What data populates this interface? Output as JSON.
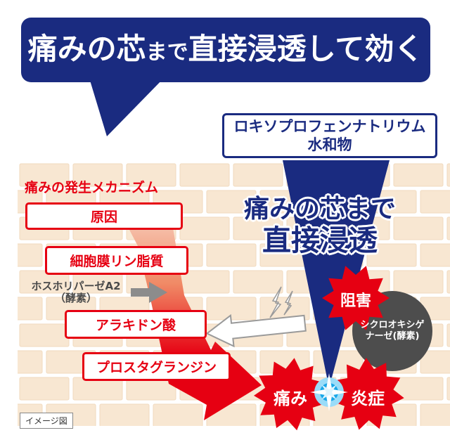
{
  "colors": {
    "navy": "#1a2b80",
    "red": "#e60012",
    "brick": "#f8e7d2",
    "enzyme_gray": "#4d4d4d",
    "sparkle_blue": "#1aa7e8"
  },
  "header": {
    "bubble_title_part1": "痛みの芯",
    "bubble_title_part2": "まで",
    "bubble_title_part3": "直接浸透して効く",
    "drug_name_line1": "ロキソプロフェンナトリウム",
    "drug_name_line2": "水和物"
  },
  "penetration": {
    "line1": "痛みの芯まで",
    "line2": "直接浸透"
  },
  "mechanism": {
    "title": "痛みの発生メカニズム",
    "cause": "原因",
    "phospholipid": "細胞膜リン脂質",
    "enzyme1_line1": "ホスホリパーゼA2",
    "enzyme1_line2": "（酵素）",
    "arachidonic": "アラキドン酸",
    "prostaglandin": "プロスタグランジン",
    "cox_line1": "シクロオキシゲ",
    "cox_line2": "ナーゼ(酵素)"
  },
  "effects": {
    "inhibit": "阻害",
    "pain": "痛み",
    "inflammation": "炎症"
  },
  "caption": "イメージ図"
}
